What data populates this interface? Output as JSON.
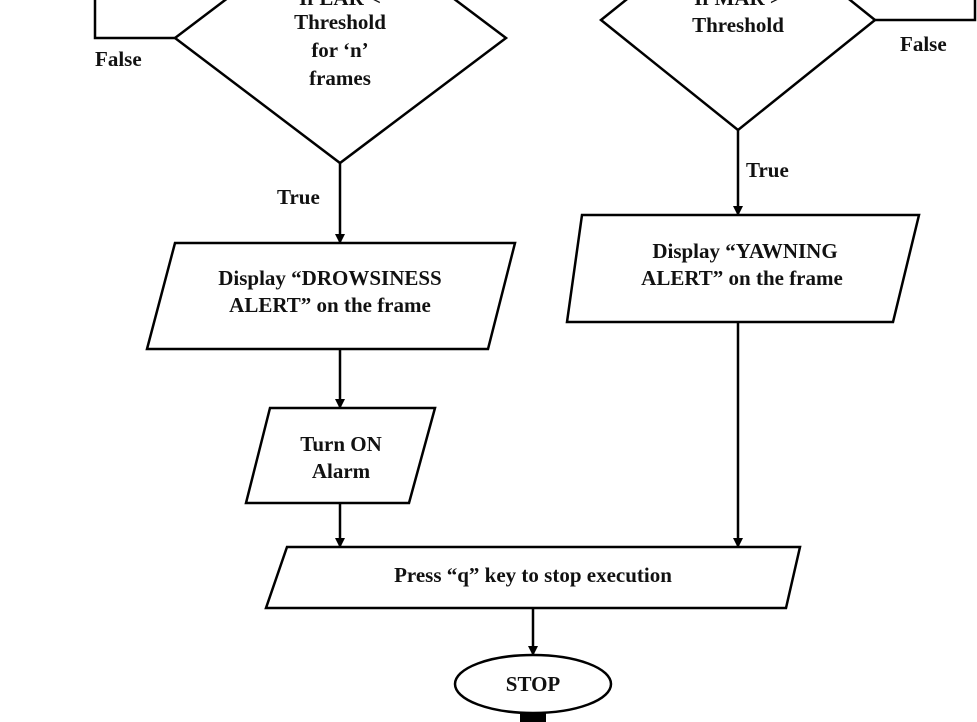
{
  "flowchart": {
    "ear_decision": {
      "lines": [
        "If EAR <",
        "Threshold",
        "for ‘n’",
        "frames"
      ],
      "false_label": "False",
      "true_label": "True"
    },
    "mar_decision": {
      "lines": [
        "If MAR >",
        "Threshold"
      ],
      "false_label": "False",
      "true_label": "True"
    },
    "drowsiness_display": {
      "lines": [
        "Display “DROWSINESS",
        "ALERT” on the frame"
      ]
    },
    "alarm": {
      "lines": [
        "Turn ON",
        "Alarm"
      ]
    },
    "yawning_display": {
      "lines": [
        "Display “YAWNING",
        "ALERT” on the frame"
      ]
    },
    "stop_prompt": {
      "label": "Press “q” key to stop execution"
    },
    "stop": {
      "label": "STOP"
    }
  }
}
